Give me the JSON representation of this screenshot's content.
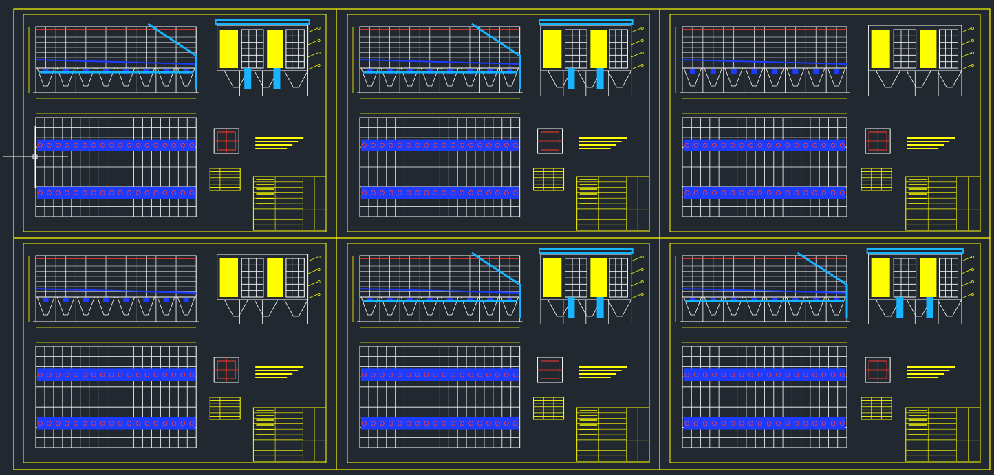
{
  "colors": {
    "background": "#212830",
    "sheet_border": "#ffff00",
    "drawing_line": "#ffffff",
    "accent_blue": "#1e3cff",
    "accent_cyan": "#19b4ff",
    "accent_red": "#ff3a2a",
    "accent_yellow": "#ffff00",
    "cursor": "#ffffff"
  },
  "sheets": [
    {
      "id": "sheet-1",
      "variant": "walkway"
    },
    {
      "id": "sheet-2",
      "variant": "walkway"
    },
    {
      "id": "sheet-3",
      "variant": "simple"
    },
    {
      "id": "sheet-4",
      "variant": "simple"
    },
    {
      "id": "sheet-5",
      "variant": "walkway"
    },
    {
      "id": "sheet-6",
      "variant": "walkway"
    }
  ],
  "cursor_icon": "crosshair-cursor-icon"
}
